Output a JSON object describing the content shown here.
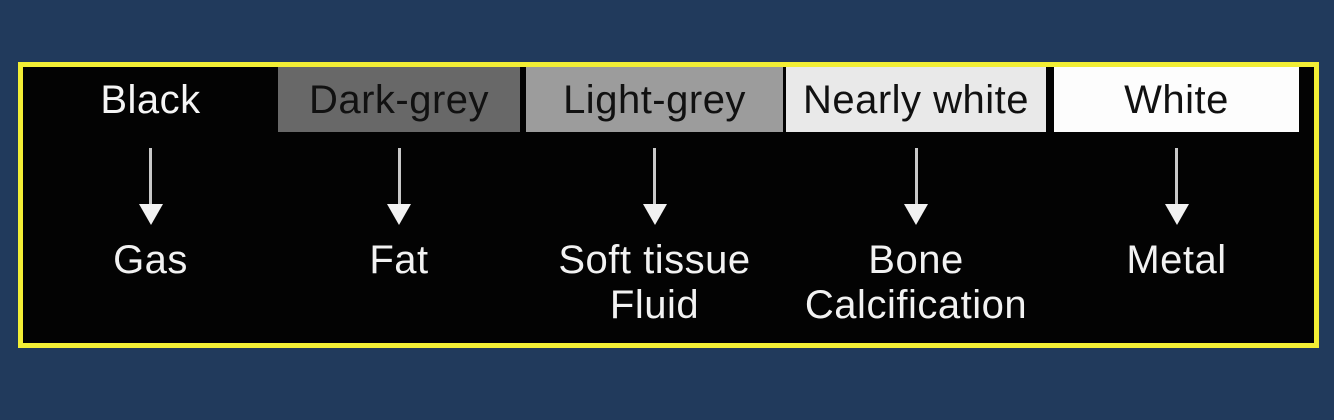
{
  "scene": {
    "background_color": "#213a5c",
    "frame_border_color": "#f2ee35",
    "frame_fill_color": "#030303"
  },
  "legend": {
    "columns": [
      {
        "shade_label": "Black",
        "shade_color": "#030303",
        "shade_text_color": "#f5f5f5",
        "meaning_line1": "Gas",
        "meaning_line2": ""
      },
      {
        "shade_label": "Dark-grey",
        "shade_color": "#686868",
        "shade_text_color": "#111111",
        "meaning_line1": "Fat",
        "meaning_line2": ""
      },
      {
        "shade_label": "Light-grey",
        "shade_color": "#9c9c9c",
        "shade_text_color": "#111111",
        "meaning_line1": "Soft tissue",
        "meaning_line2": "Fluid"
      },
      {
        "shade_label": "Nearly white",
        "shade_color": "#e9e9e9",
        "shade_text_color": "#111111",
        "meaning_line1": "Bone",
        "meaning_line2": "Calcification"
      },
      {
        "shade_label": "White",
        "shade_color": "#fdfdfd",
        "shade_text_color": "#111111",
        "meaning_line1": "Metal",
        "meaning_line2": ""
      }
    ]
  }
}
